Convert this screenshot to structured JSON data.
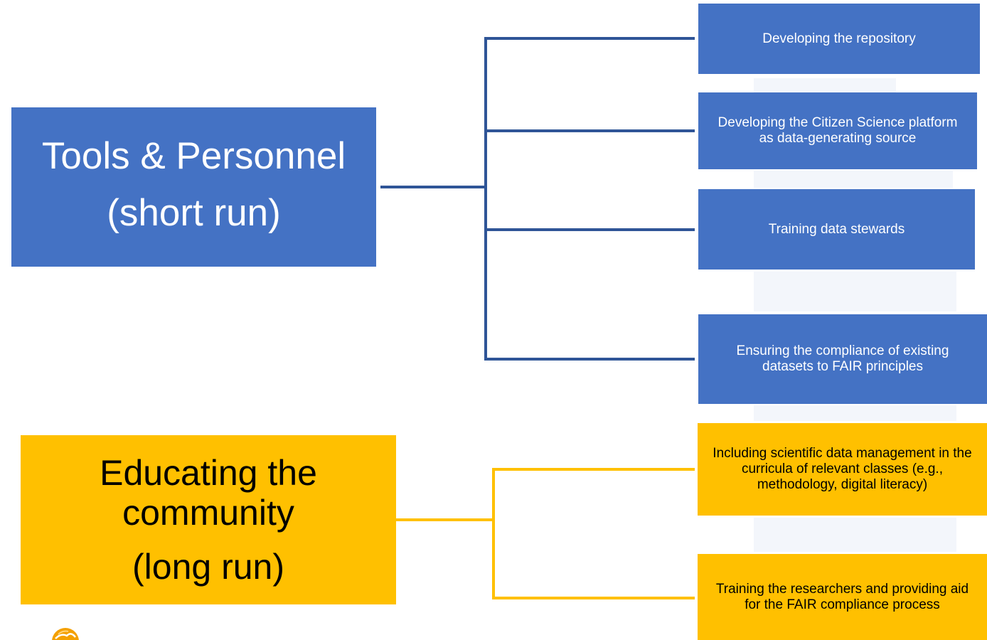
{
  "main_nodes": {
    "tools": {
      "line1": "Tools & Personnel",
      "line2": "(short run)"
    },
    "education": {
      "line1": "Educating the",
      "line2": "community",
      "line3": "(long run)"
    }
  },
  "tools_children": [
    {
      "lines": [
        "Developing the repository"
      ]
    },
    {
      "lines": [
        "Developing the Citizen Science platform",
        "as data-generating source"
      ]
    },
    {
      "lines": [
        "Training data stewards"
      ]
    },
    {
      "lines": [
        "Ensuring the compliance of existing",
        "datasets to FAIR principles"
      ]
    }
  ],
  "education_children": [
    {
      "lines": [
        "Including scientific data management in the",
        "curricula of relevant classes (e.g.,",
        "methodology, digital literacy)"
      ]
    },
    {
      "lines": [
        "Training the researchers and providing aid",
        "for the FAIR compliance process"
      ]
    }
  ],
  "colors": {
    "blue_box": "#4472c4",
    "blue_line": "#2f5597",
    "gold_box": "#ffc000",
    "logo": "#f4a000"
  },
  "icons": {
    "logo": "globe-logo-icon"
  }
}
